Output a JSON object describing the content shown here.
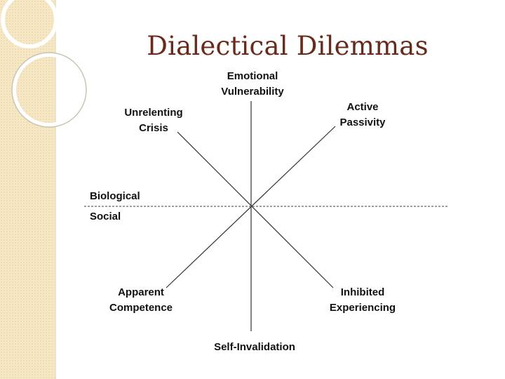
{
  "title": "Dialectical Dilemmas",
  "diagram": {
    "labels": {
      "emotional_vulnerability": [
        "Emotional",
        "Vulnerability"
      ],
      "unrelenting_crisis": [
        "Unrelenting",
        "Crisis"
      ],
      "active_passivity": [
        "Active",
        "Passivity"
      ],
      "biological": "Biological",
      "social": "Social",
      "apparent_competence": [
        "Apparent",
        "Competence"
      ],
      "inhibited_experiencing": [
        "Inhibited",
        "Experiencing"
      ],
      "self_invalidation": "Self-Invalidation"
    }
  },
  "colors": {
    "title": "#6b2a19",
    "band": "#f6e7c5",
    "ring": "#b8b4a8",
    "line": "#333333"
  }
}
